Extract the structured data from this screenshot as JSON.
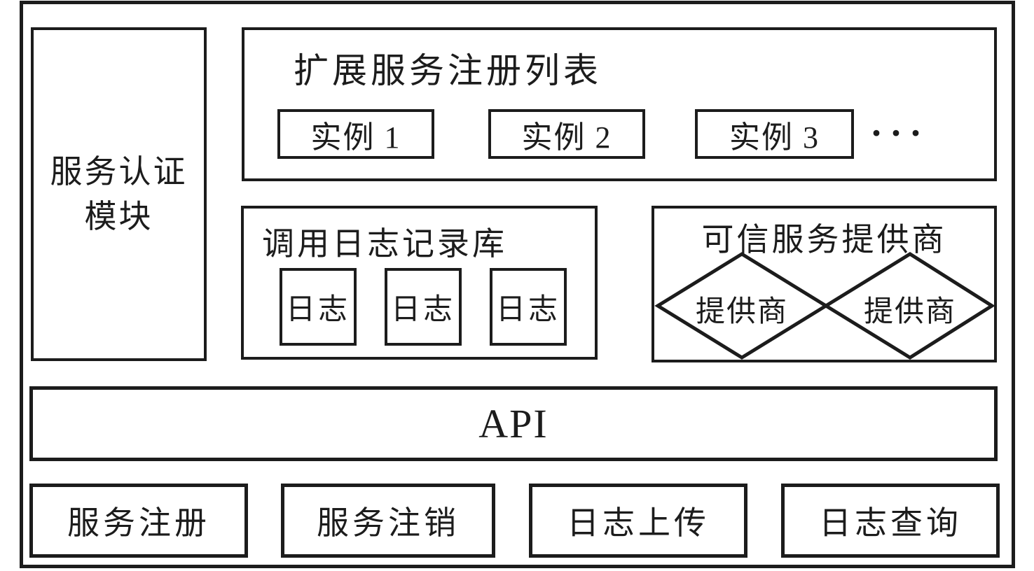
{
  "colors": {
    "ink": "#1c1c1c",
    "background": "#ffffff"
  },
  "diagram": {
    "auth_module": {
      "lines": [
        "服务认证",
        "模块"
      ]
    },
    "registry": {
      "title": "扩展服务注册列表",
      "instances": [
        "实例 1",
        "实例 2",
        "实例 3"
      ],
      "ellipsis": "···"
    },
    "log_store": {
      "title": "调用日志记录库",
      "logs": [
        "日志",
        "日志",
        "日志"
      ]
    },
    "providers": {
      "title": "可信服务提供商",
      "labels": [
        "提供商",
        "提供商"
      ]
    },
    "api": {
      "label": "API"
    },
    "operations": [
      "服务注册",
      "服务注销",
      "日志上传",
      "日志查询"
    ]
  }
}
